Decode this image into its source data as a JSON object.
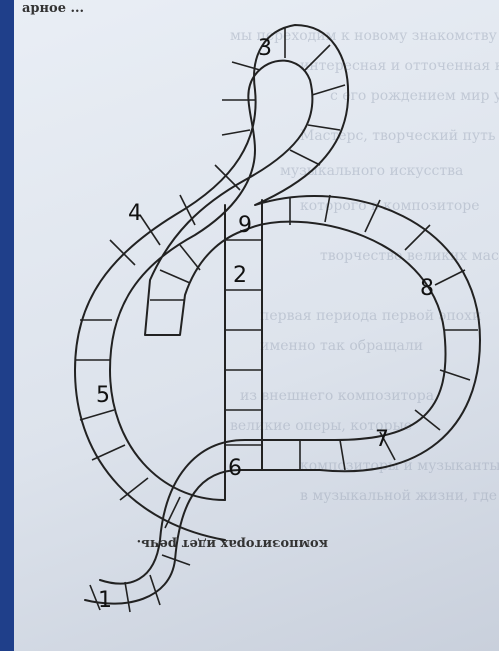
{
  "page": {
    "header_fragment": "арное ...",
    "footer_fragment": "композиторах идет речь."
  },
  "game": {
    "name": "treble-clef-board",
    "track_color": "#222222",
    "space_numbers": [
      "1",
      "2",
      "3",
      "4",
      "5",
      "6",
      "7",
      "8",
      "9"
    ]
  },
  "colors": {
    "background": "#1f3f8a",
    "paper": "#e3e8f0"
  }
}
